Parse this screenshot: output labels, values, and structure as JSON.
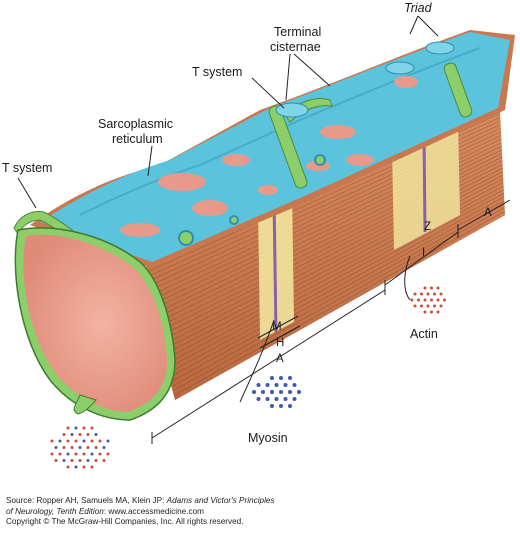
{
  "labels": {
    "triad": "Triad",
    "terminal_cisternae_1": "Terminal",
    "terminal_cisternae_2": "cisternae",
    "t_system_top": "T system",
    "sarcoplasmic_1": "Sarcoplasmic",
    "sarcoplasmic_2": "reticulum",
    "t_system_left": "T system",
    "z": "Z",
    "a_right": "A",
    "i": "I",
    "m": "M",
    "h": "H",
    "a_bottom": "A",
    "actin": "Actin",
    "myosin": "Myosin"
  },
  "source": {
    "line1_prefix": "Source: Ropper AH, Samuels MA, Klein JP: ",
    "line1_title": "Adams and Victor's Principles",
    "line2_title": "of Neurology, Tenth Edition",
    "line2_suffix": ": www.accessmedicine.com",
    "line3": "Copyright © The McGraw-Hill Companies, Inc. All rights reserved."
  },
  "colors": {
    "fiber_face": "#e89a8a",
    "fiber_side": "#c9774f",
    "sarcoplasmic_reticulum": "#5cc3dc",
    "t_tubule": "#8ccf6a",
    "band_highlight": "#f3eba2",
    "z_line": "#8d5fa8",
    "actin_dot": "#d04a3c",
    "myosin_dot": "#3f5aa6"
  }
}
